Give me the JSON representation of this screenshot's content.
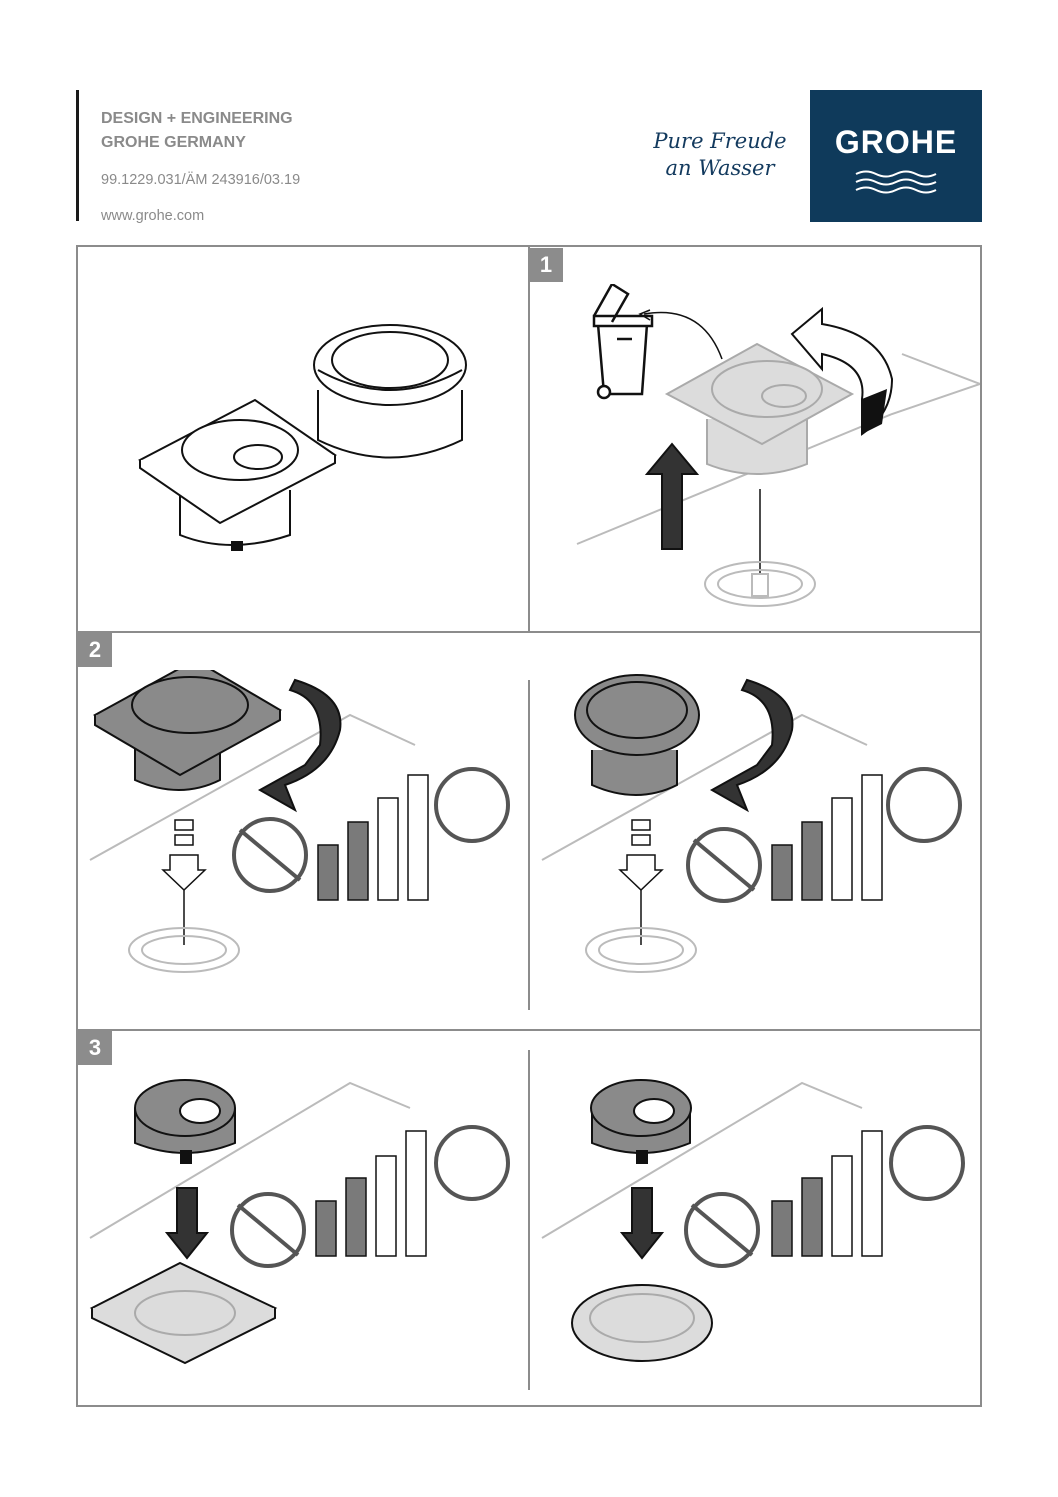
{
  "header": {
    "company_line1": "DESIGN + ENGINEERING",
    "company_line2": "GROHE GERMANY",
    "doc_code": "99.1229.031/ÄM 243916/03.19",
    "website": "www.grohe.com"
  },
  "branding": {
    "slogan_line1": "Pure Freude",
    "slogan_line2": "an Wasser",
    "logo_text": "GROHE",
    "logo_color": "#0f3a5b",
    "slogan_color": "#133a5e"
  },
  "steps": [
    {
      "number": "1"
    },
    {
      "number": "2"
    },
    {
      "number": "3"
    }
  ],
  "icons": [
    "trash-bin-icon",
    "rotate-arrow-icon",
    "up-arrow-icon",
    "down-arrow-icon",
    "no-force-icon",
    "force-icon",
    "force-level-bars-icon"
  ]
}
